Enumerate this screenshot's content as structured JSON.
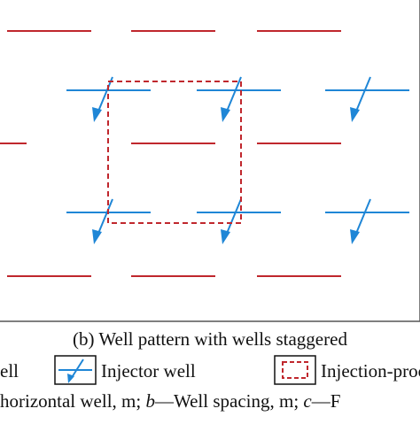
{
  "diagram": {
    "caption": "(b) Well pattern with wells staggered",
    "legend": {
      "producer_label_fragment": "ell",
      "injector_label": "Injector well",
      "unit_label_fragment": "Injection-proc"
    },
    "footnote": {
      "part1": "horizontal well, m; ",
      "var_b": "b",
      "part2": "—Well spacing, m; ",
      "var_c": "c",
      "part3": "—F"
    },
    "colors": {
      "producer": "#c0272d",
      "injector": "#1f86d6",
      "unit_box": "#c0272d",
      "frame": "#555555"
    },
    "icons": {
      "producer": "producer-well-line-icon",
      "injector": "injector-well-arrow-icon",
      "unit": "injection-production-unit-box-icon"
    }
  }
}
